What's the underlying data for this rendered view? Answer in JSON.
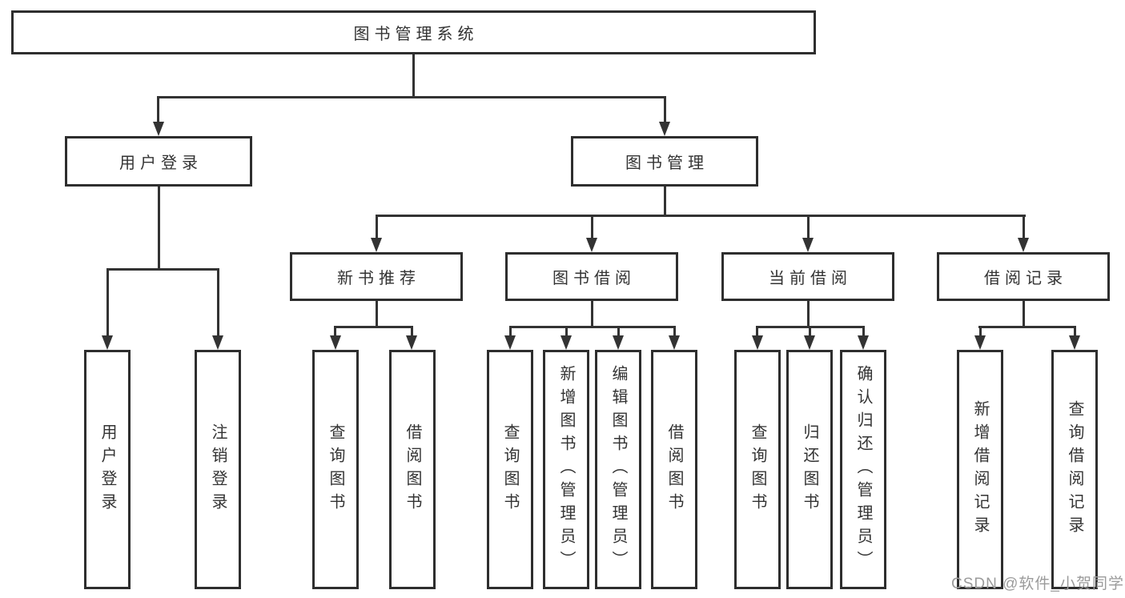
{
  "diagram": {
    "watermark": "CSDN @软件_小贺同学",
    "colors": {
      "line": "#333333",
      "box_border": "#2e2e2e",
      "text": "#333333",
      "watermark": "#9b9b9b",
      "background": "#ffffff"
    },
    "tree": {
      "label": "图书管理系统",
      "children": [
        {
          "label": "用户登录",
          "children": [
            {
              "label": "用户登录"
            },
            {
              "label": "注销登录"
            }
          ]
        },
        {
          "label": "图书管理",
          "children": [
            {
              "label": "新书推荐",
              "children": [
                {
                  "label": "查询图书"
                },
                {
                  "label": "借阅图书"
                }
              ]
            },
            {
              "label": "图书借阅",
              "children": [
                {
                  "label": "查询图书"
                },
                {
                  "label": "新增图书（管理员）"
                },
                {
                  "label": "编辑图书（管理员）"
                },
                {
                  "label": "借阅图书"
                }
              ]
            },
            {
              "label": "当前借阅",
              "children": [
                {
                  "label": "查询图书"
                },
                {
                  "label": "归还图书"
                },
                {
                  "label": "确认归还（管理员）"
                }
              ]
            },
            {
              "label": "借阅记录",
              "children": [
                {
                  "label": "新增借阅记录"
                },
                {
                  "label": "查询借阅记录"
                }
              ]
            }
          ]
        }
      ]
    }
  }
}
